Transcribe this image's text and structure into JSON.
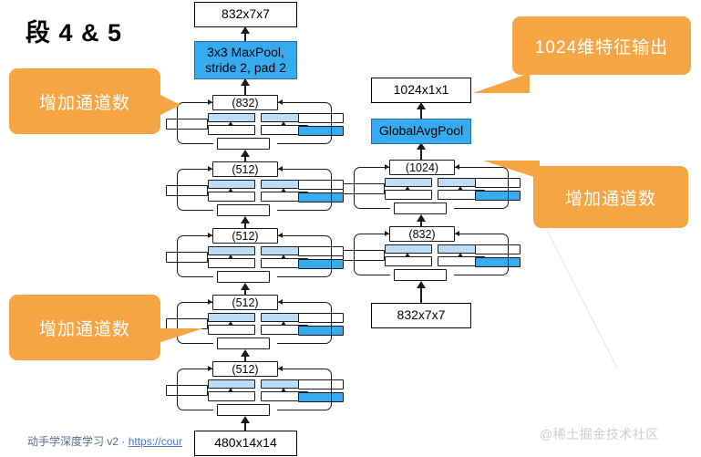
{
  "page": {
    "title": "段 4 & 5",
    "footer_text": "动手学深度学习 v2 · ",
    "footer_link": "https://cour",
    "watermark": "@稀土掘金技术社区"
  },
  "callouts": [
    {
      "id": "callout-top-left",
      "label": "增加通道数"
    },
    {
      "id": "callout-bottom-left",
      "label": "增加通道数"
    },
    {
      "id": "callout-top-right",
      "label": "1024维特征输出"
    },
    {
      "id": "callout-mid-right",
      "label": "增加通道数"
    }
  ],
  "left_column": {
    "output_box": "832x7x7",
    "maxpool": {
      "line1": "3x3 MaxPool,",
      "line2": "stride 2, pad 2"
    },
    "inception_labels": [
      "(832)",
      "(512)",
      "(512)",
      "(512)",
      "(512)"
    ],
    "input_box": "480x14x14"
  },
  "right_column": {
    "output_box": "1024x1x1",
    "globalavgpool": "GlobalAvgPool",
    "inception_labels": [
      "(1024)",
      "(832)"
    ],
    "input_box": "832x7x7"
  },
  "colors": {
    "accent_orange": "#F6A545",
    "pool_blue": "#37ABF0",
    "branch_light_blue": "#BDDDF6",
    "outline": "#1a1a1a"
  }
}
